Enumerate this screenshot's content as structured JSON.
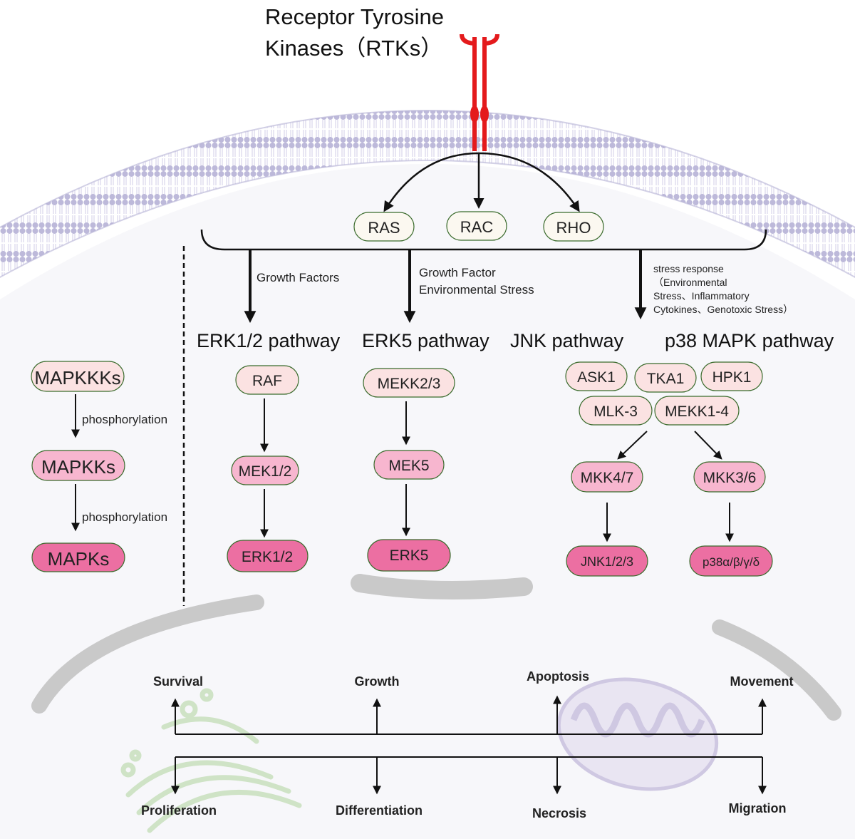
{
  "receptor": {
    "line1": "Receptor Tyrosine",
    "line2": "Kinases（RTKs）"
  },
  "gtpases": [
    "RAS",
    "RAC",
    "RHO"
  ],
  "stimuli": {
    "erk12": "Growth Factors",
    "erk5_line1": "Growth Factor",
    "erk5_line2": "Environmental Stress",
    "stress_line1": "stress response",
    "stress_line2": "（Environmental",
    "stress_line3": "Stress、Inflammatory",
    "stress_line4": "Cytokines、Genotoxic Stress）"
  },
  "pathways": {
    "erk12": "ERK1/2 pathway",
    "erk5": "ERK5 pathway",
    "jnk": "JNK pathway",
    "p38": "p38 MAPK pathway"
  },
  "legend": {
    "mapkkks": "MAPKKKs",
    "mapkks": "MAPKKs",
    "mapks": "MAPKs",
    "phos1": "phosphorylation",
    "phos2": "phosphorylation"
  },
  "erk12_cascade": {
    "mapkkk": "RAF",
    "mapkk": "MEK1/2",
    "mapk": "ERK1/2"
  },
  "erk5_cascade": {
    "mapkkk": "MEKK2/3",
    "mapkk": "MEK5",
    "mapk": "ERK5"
  },
  "jnk_p38_mapkkks": {
    "ask1": "ASK1",
    "tka1": "TKA1",
    "hpk1": "HPK1",
    "mlk3": "MLK-3",
    "mekk14": "MEKK1-4"
  },
  "jnk_cascade": {
    "mapkk": "MKK4/7",
    "mapk": "JNK1/2/3"
  },
  "p38_cascade": {
    "mapkk": "MKK3/6",
    "mapk": "p38α/β/γ/δ"
  },
  "outcomes": {
    "survival": "Survival",
    "growth": "Growth",
    "apoptosis": "Apoptosis",
    "movement": "Movement",
    "proliferation": "Proliferation",
    "differentiation": "Differentiation",
    "necrosis": "Necrosis",
    "migration": "Migration"
  },
  "colors": {
    "membrane": "#b6b2d6",
    "receptor": "#e41a1c",
    "mapkkk_fill": "#fbe2e2",
    "mapkk_fill": "#f7b6cf",
    "mapk_fill": "#ec6fa2",
    "pill_stroke": "#3a6b2c",
    "organelle": "#cbcbcb",
    "mito": "#cfc8e2",
    "golgi": "#cfe3c6"
  }
}
